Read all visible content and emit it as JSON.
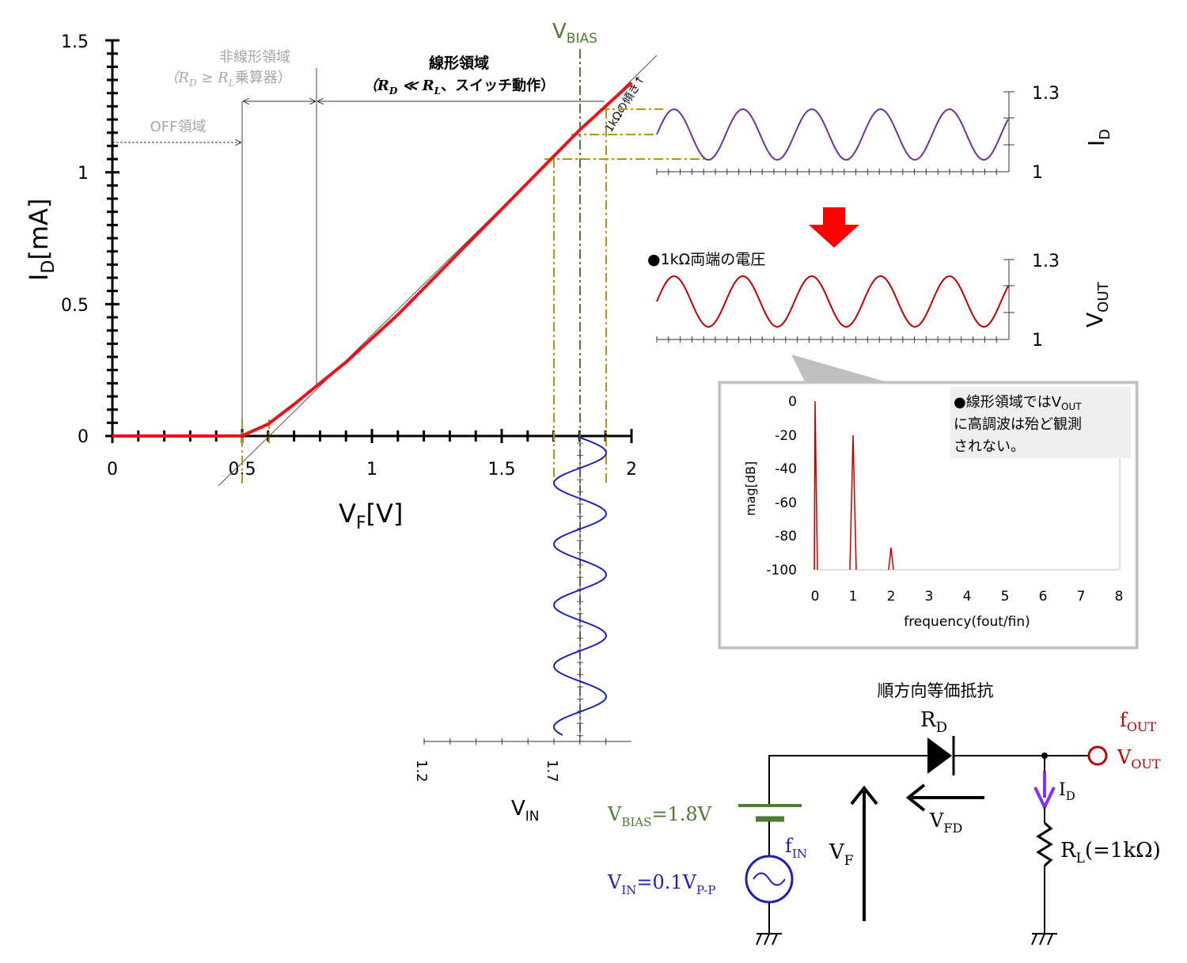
{
  "colors": {
    "curve": "#e8141b",
    "purple": "#7030a0",
    "vout": "#c00000",
    "vin": "#1f1fb8",
    "bias": "#4e7a32",
    "guide": "#b8960c",
    "gray": "#a6a6a6",
    "arrow_red": "#ff0000",
    "id_arrow": "#7f2fff"
  },
  "main_chart": {
    "ylabel_main": "I",
    "ylabel_sub": "D",
    "ylabel_unit": "[mA]",
    "xlabel_main": "V",
    "xlabel_sub": "F",
    "xlabel_unit": "[V]",
    "xticks": [
      "0",
      "0.5",
      "1",
      "1.5",
      "2"
    ],
    "yticks": [
      "0",
      "0.5",
      "1",
      "1.5"
    ],
    "bias_label_main": "V",
    "bias_label_sub": "BIAS"
  },
  "chart_data": {
    "type": "line",
    "x": [
      0,
      0.1,
      0.2,
      0.3,
      0.4,
      0.5,
      0.6,
      0.7,
      0.8,
      0.9,
      1.0,
      1.1,
      1.2,
      1.3,
      1.4,
      1.5,
      1.6,
      1.7,
      1.8,
      1.9,
      2.0
    ],
    "y": [
      0,
      0,
      0,
      0,
      0,
      0.001,
      0.045,
      0.12,
      0.2,
      0.28,
      0.37,
      0.46,
      0.56,
      0.66,
      0.76,
      0.86,
      0.96,
      1.06,
      1.16,
      1.25,
      1.34
    ],
    "xlim": [
      0,
      2
    ],
    "ylim": [
      0,
      1.5
    ],
    "x_values": [
      0,
      0.5,
      1,
      1.5,
      2
    ],
    "y_values": [
      0,
      0.5,
      1,
      1.5
    ],
    "bias_x": 1.8,
    "vin_pp": 0.1
  },
  "regions": {
    "off": "OFF領域",
    "nonlinear_title": "非線形領域",
    "nonlinear_sub": "（R",
    "nonlinear_sub_d": "D",
    "nonlinear_sub_mid": " ≥ R",
    "nonlinear_sub_l": "L",
    "nonlinear_sub_end": "乗算器）",
    "linear_title": "線形領域",
    "linear_sub_open": "（R",
    "linear_sub_d": "D",
    "linear_sub_mid": " ≪ R",
    "linear_sub_l": "L",
    "linear_sub_end": "、スイッチ動作）",
    "slope_note": "1kΩの傾き↑"
  },
  "id_wave": {
    "tick_top": "1.3",
    "tick_bottom": "1",
    "label_main": "I",
    "label_sub": "D"
  },
  "vout_wave": {
    "caption": "●1kΩ両端の電圧",
    "tick_top": "1.3",
    "tick_bottom": "1",
    "label_main": "V",
    "label_sub": "OUT"
  },
  "vin_wave": {
    "ticks": [
      "1.2",
      "1.7"
    ],
    "label_main": "V",
    "label_sub": "IN"
  },
  "spectrum": {
    "ylabel": "mag[dB]",
    "xlabel": "frequency(fout/fin)",
    "yticks": [
      "0",
      "-20",
      "-40",
      "-60",
      "-80",
      "-100"
    ],
    "xticks": [
      "0",
      "1",
      "2",
      "3",
      "4",
      "5",
      "6",
      "7",
      "8"
    ],
    "note_line1_pre": "●線形領域ではV",
    "note_line1_sub": "OUT",
    "note_line2": "に高調波は殆ど観測",
    "note_line3": "されない。",
    "chart_data": {
      "type": "line",
      "peaks": [
        {
          "freq": 0,
          "mag": 0
        },
        {
          "freq": 1,
          "mag": -20
        },
        {
          "freq": 2,
          "mag": -87
        }
      ],
      "xlim": [
        0,
        8
      ],
      "ylim": [
        -100,
        0
      ]
    }
  },
  "circuit": {
    "title": "順方向等価抵抗",
    "rd_main": "R",
    "rd_sub": "D",
    "fout_main": "f",
    "fout_sub": "OUT",
    "vout_main": "V",
    "vout_sub": "OUT",
    "id_main": "I",
    "id_sub": "D",
    "vfd_main": "V",
    "vfd_sub": "FD",
    "rl_main": "R",
    "rl_sub": "L",
    "rl_value": "(=1kΩ)",
    "vbias_main": "V",
    "vbias_sub": "BIAS",
    "vbias_value": "=1.8V",
    "fin_main": "f",
    "fin_sub": "IN",
    "vin_main": "V",
    "vin_sub": "IN",
    "vin_value": "=0.1V",
    "vin_value_sub": "P-P",
    "vf_main": "V",
    "vf_sub": "F"
  }
}
